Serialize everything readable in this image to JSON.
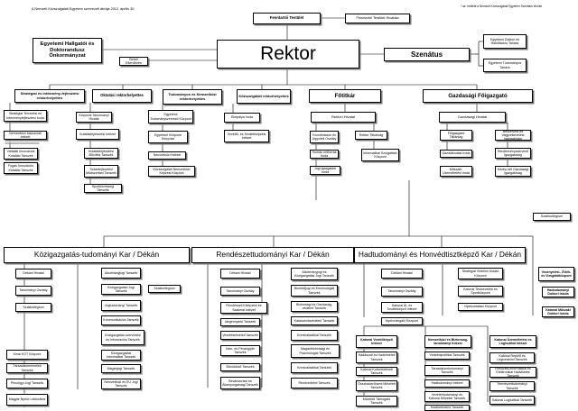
{
  "notes": {
    "top_left": "A Nemzeti Közszolgálati Egyetem szervezeti ábrája 2012. április 30.",
    "top_right": "* az: melletti a Nemzeti Közszolgálati Egyetem Szenátus elnöke"
  },
  "top": {
    "fenntartoi": "Fenntartói Testület",
    "fenntartoi_hivatal": "Fenntartói Testület Hivatala",
    "rektor": "Rektor",
    "hallgatoi": "Egyetemi Hallgatói és Doktorandusz Önkormányzat",
    "belso_ellenorzes": "Belső Ellenőrzés",
    "szenatus": "Szenátus",
    "doktori": "Egyetemi Doktori és Habilitációs Tanács",
    "tudomanyos": "Egyetemi Tudományos Tanács"
  },
  "vice": [
    {
      "title": "Stratégiai és intézmény-fejlesztési rektorhelyettes",
      "items": [
        "Stratégiai Tervezési és Intézményfejlesztési Iroda",
        "Nemzetközi kapcsolati Intézet",
        "Vállalati Innovációs Kutatási Tanszék",
        "Fogás Innovációs Kutatási Tanszék"
      ]
    },
    {
      "title": "Oktatási rektorhelyettes",
      "items": [
        "Központi Tanulmányi Hivatal",
        "Kutatásfejlesztési Intézet",
        "Kutatásfejlesztési Bővítési Tanszék",
        "Tudásfejlesztési Módszertani Tanszék",
        "Sportközösségi Tanszék"
      ]
    },
    {
      "title": "Tudományos és Nemzetközi rektorhelyettes",
      "items": [
        "Egyetemi Tudományszervező Központ",
        "Egyetemi Központi Könyvtár",
        "Nemzetközi Intézet",
        "Közszolgálati Nemzetközi Képzési Központ"
      ]
    },
    {
      "title": "Közszolgálati rektorhelyettes",
      "items": [
        "Életpálya Iroda",
        "Vezetői- és Továbbképzési Intézet"
      ]
    }
  ],
  "fotitkar": {
    "title": "Főtitkár",
    "rektori_hivatal": "Rektori Hivatal",
    "items_left": [
      "Koordinációs és Ügyviteli Osztály",
      "Humán erőforrás Iroda",
      "Jogi-igazgatási Iroda"
    ],
    "items_right": [
      "Rektor Titkárság",
      "Informatikai Szolgáltató Központ"
    ]
  },
  "gazdasagi": {
    "title": "Gazdasági Főigazgató",
    "hivatal": "Gazdasági Hivatal",
    "items_left": [
      "Főigazgatói Titkárság",
      "Gazdálkodási Iroda",
      "Műszaki-Üzemeltetési Iroda"
    ],
    "items_right": [
      "Beszerzési és Vagyonkezelési Igazgatóság",
      "Rendezvényszervező Igazgatóság",
      "Közép-Idő Gazdasági Igazgatóság"
    ]
  },
  "kozig": {
    "dean": "Közigazgatás-tudományi Kar / Dékán",
    "left": [
      "Dékáni Hivatal",
      "Tanulmányi Osztály",
      "Szakkollégium"
    ],
    "left_low": [
      "Kínai KGT Központ",
      "Társadalomelméleti Tanszék",
      "Pénzügyi Jogi Tanszék",
      "Magyar Nyelvi Lektorátus"
    ],
    "right": [
      "Alkotmányjogi Tanszék",
      "Közigazgatási Jogi Tanszék",
      "Jogtudományi Tanszék",
      "Kommunikációs Tanszék",
      "Közigazgatás-szervezési és Információs Tanszék",
      "Közigazgatási Informatikai Tanszék",
      "Magánjogi Tanszék",
      "Nemzetközi és EU Jogi Tanszék"
    ]
  },
  "rendesz": {
    "dean": "Rendészettudományi Kar / Dékán",
    "left": [
      "Dékáni Hivatal",
      "Tanulmányi Osztály",
      "Rendészeti Kiképzési és Szakmai Intézet",
      "Idegennyelvi Tanszék",
      "Vezetéselméleti Tanszék",
      "Vám- és Pénzügyőri Tanszék",
      "Bűnüldöző Tanszék",
      "Bevándorlási és Állampolgársági Tanszék"
    ],
    "side": "Szakkollégium",
    "right": [
      "Alkotmányjogi és Közigazgatási Jogi Tanszék",
      "Büntetőjogi és Kriminológiai Tanszék",
      "Biztonsági és Gazdaság-védelmi Tanszék",
      "Katasztrófavédelmi Tanszék",
      "Kriminalisztikai Tanszék",
      "Magánbiztonsági és Pszichológiai Tanszék",
      "Kriminalisztikai Tanszék",
      "Rendvédelmi Tanszék"
    ]
  },
  "hadtud": {
    "dean": "Hadtudományi és Honvédtisztképző Kar / Dékán",
    "top_left": [
      "Dékáni Hivatal",
      "Tanulmányi Osztály",
      "Katonai Ál- és Továbbképző Intézet",
      "Nyelvvizsgáló Központ"
    ],
    "top_right": [
      "Stratégiai Védelmi Kutató Központ",
      "Katonai Testnevelési és Sportközpont",
      "Nyelvoktatási Központ"
    ],
    "col1_title": "Katonai Vezetőképző Intézet",
    "col1": [
      "Hadászati és Hadelméleti Tanszék",
      "Katonai Kultúrtörténeti Tanszék",
      "Összhaderőnemi Műveleti Tanszék",
      "Műveleti Támogató Tanszék"
    ],
    "col2_title": "Nemzetközi és Biztonság-tanulmányi Intézet",
    "col2": [
      "Védelmipolitikai Tanszék",
      "Társadalomtudományi Tanszék",
      "Hadtudományi Intézet",
      "Vezetéstudományi és Katonai Műveleti Tanszék",
      "Hadtörténelmi Tanszék"
    ],
    "col3_title": "Katonai Üzemeltetési és Logisztikai Intézet",
    "col3": [
      "Katonai Repülő és Légivédelmi Tanszék",
      "Hírközlés-informatikai és Elektronikai Hadviselés Tanszék",
      "Természettudományi Tanszék",
      "Katonai Logisztikai Tanszék"
    ]
  },
  "side_right": {
    "szakkollegium": "Szakkollégium",
    "box1": "Vezényelési-, Érték- és Vizsgálatközpont",
    "box2": "Hadtudományi Doktori Iskola",
    "box3": "Katonai Műszaki Doktori Iskola"
  }
}
